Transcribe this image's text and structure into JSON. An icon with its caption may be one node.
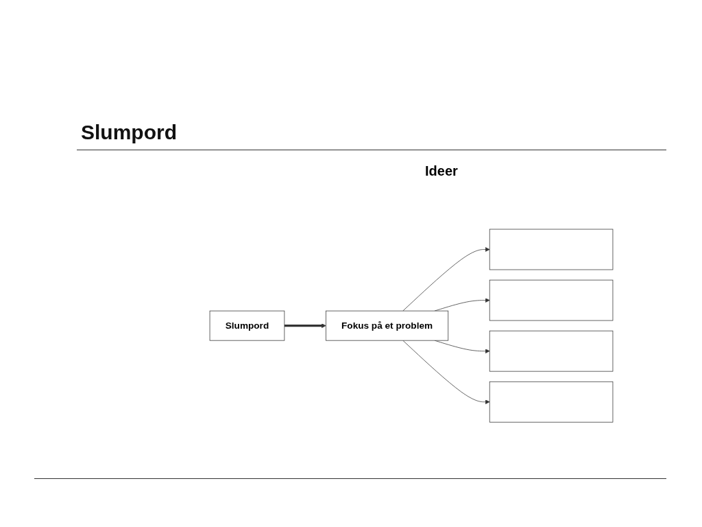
{
  "diagram": {
    "title": "Slumpord",
    "nodes": [
      {
        "text": [
          "Slumpord"
        ]
      },
      {
        "text": [
          "Fokus på et problem"
        ]
      },
      {
        "text": [],
        "shape": "box"
      },
      {
        "text": [],
        "shape": "box"
      },
      {
        "text": [],
        "shape": "box"
      },
      {
        "text": [],
        "shape": "box"
      }
    ],
    "edges": [
      {
        "from": 0,
        "to": 1,
        "arrow": "to",
        "style": "thick"
      },
      {
        "from": 1,
        "to": 2,
        "arrow": "to"
      },
      {
        "from": 1,
        "to": 3,
        "arrow": "to"
      },
      {
        "from": 1,
        "to": 4,
        "arrow": "to"
      },
      {
        "from": 1,
        "to": 5,
        "arrow": "to"
      }
    ],
    "labels": [
      "Ideer"
    ]
  }
}
